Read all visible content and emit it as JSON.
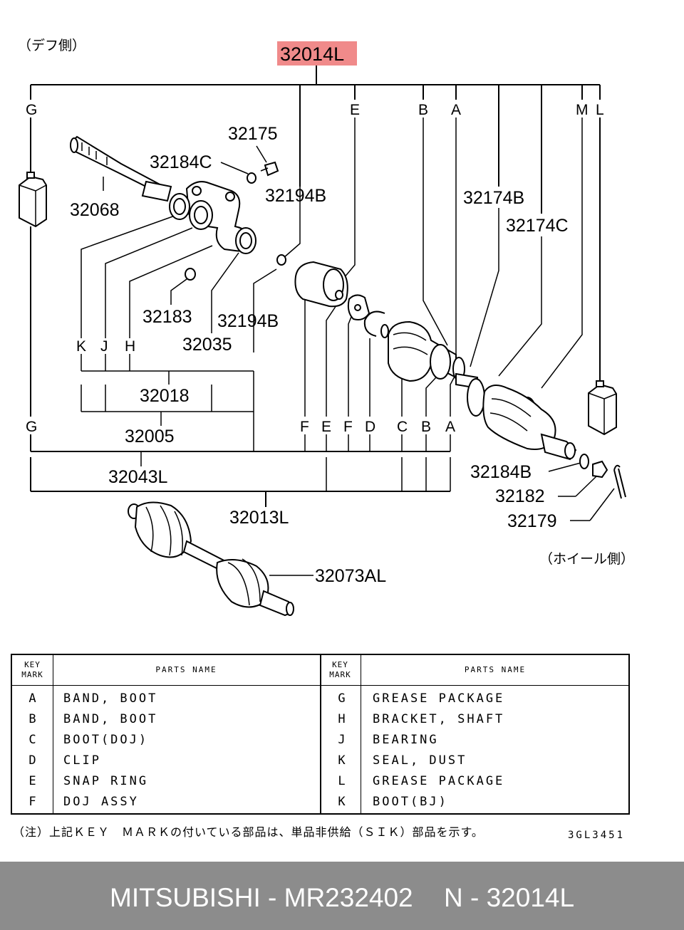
{
  "diagram": {
    "diff_side": "（デフ側）",
    "wheel_side": "（ホイール側）",
    "highlight_part": "32014L",
    "highlight_color": "#f08a8a",
    "part_numbers": {
      "p32175": "32175",
      "p32184C": "32184C",
      "p32068": "32068",
      "p32194B_top": "32194B",
      "p32174B": "32174B",
      "p32174C": "32174C",
      "p32183": "32183",
      "p32194B_mid": "32194B",
      "p32035": "32035",
      "p32018": "32018",
      "p32005": "32005",
      "p32043L": "32043L",
      "p32013L": "32013L",
      "p32184B": "32184B",
      "p32182": "32182",
      "p32179": "32179",
      "p32073AL": "32073AL"
    },
    "top_letters": [
      "G",
      "E",
      "B",
      "A",
      "M",
      "L"
    ],
    "mid_letters": [
      "K",
      "J",
      "H"
    ],
    "row_letters": [
      "G",
      "F",
      "E",
      "F",
      "D",
      "C",
      "B",
      "A"
    ]
  },
  "table": {
    "key_header": "KEY\nMARK",
    "name_header": "PARTS NAME",
    "left_rows": [
      {
        "key": "A",
        "name": "BAND, BOOT"
      },
      {
        "key": "B",
        "name": "BAND, BOOT"
      },
      {
        "key": "C",
        "name": "BOOT(DOJ)"
      },
      {
        "key": "D",
        "name": "CLIP"
      },
      {
        "key": "E",
        "name": "SNAP RING"
      },
      {
        "key": "F",
        "name": "DOJ ASSY"
      }
    ],
    "right_rows": [
      {
        "key": "G",
        "name": "GREASE PACKAGE"
      },
      {
        "key": "H",
        "name": "BRACKET, SHAFT"
      },
      {
        "key": "J",
        "name": "BEARING"
      },
      {
        "key": "K",
        "name": "SEAL, DUST"
      },
      {
        "key": "L",
        "name": "GREASE PACKAGE"
      },
      {
        "key": "K",
        "name": "BOOT(BJ)"
      }
    ]
  },
  "footnote": "（注）上記ＫＥＹ　ＭＡＲＫの付いている部品は、単品非供給（ＳＩＫ）部品を示す。",
  "diagram_code": "3GL3451",
  "bottom_bar": {
    "brand_part": "MITSUBISHI - MR232402",
    "ref": "N - 32014L"
  }
}
